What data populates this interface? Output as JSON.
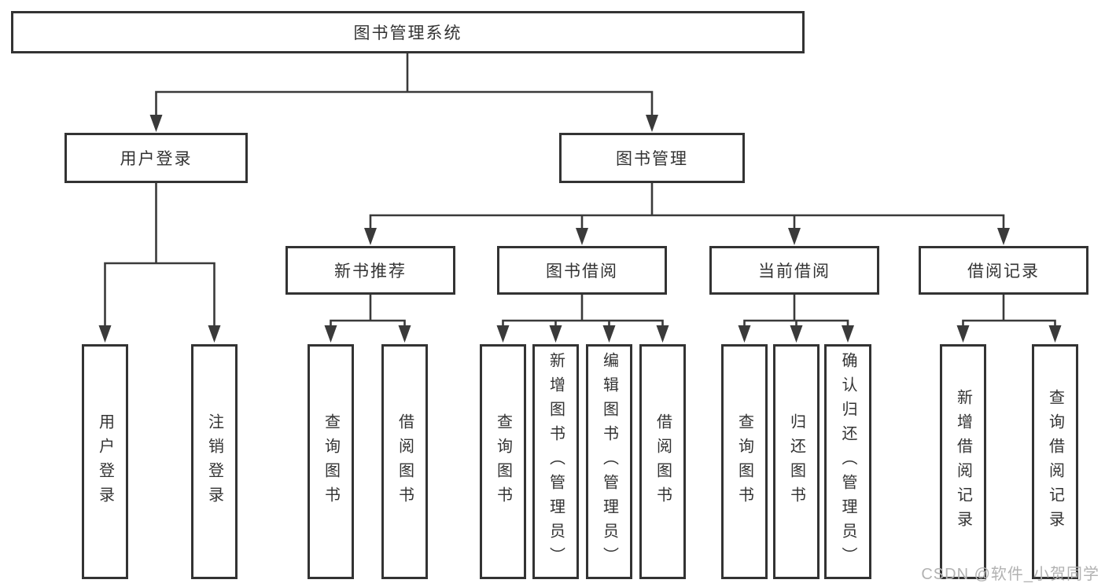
{
  "colors": {
    "line": "#3a3a3a",
    "border": "#333333",
    "text": "#333333",
    "wm": "#b2b2b2",
    "bg": "#ffffff"
  },
  "nodes": {
    "root": "图书管理系统",
    "user_login": "用户登录",
    "book_management": "图书管理",
    "new_book_recommend": "新书推荐",
    "book_borrow": "图书借阅",
    "current_borrow": "当前借阅",
    "borrow_records": "借阅记录",
    "ul_user_login": "用户登录",
    "ul_logout": "注销登录",
    "nr_query_book": "查询图书",
    "nr_borrow_book": "借阅图书",
    "bb_query_book": "查询图书",
    "bb_add_book": "新增图书（管理员）",
    "bb_edit_book": "编辑图书（管理员）",
    "bb_borrow_book": "借阅图书",
    "cb_query_book": "查询图书",
    "cb_return_book": "归还图书",
    "cb_confirm_return": "确认归还（管理员）",
    "br_add_record": "新增借阅记录",
    "br_query_record": "查询借阅记录"
  },
  "watermark": "CSDN @软件_小贺同学"
}
